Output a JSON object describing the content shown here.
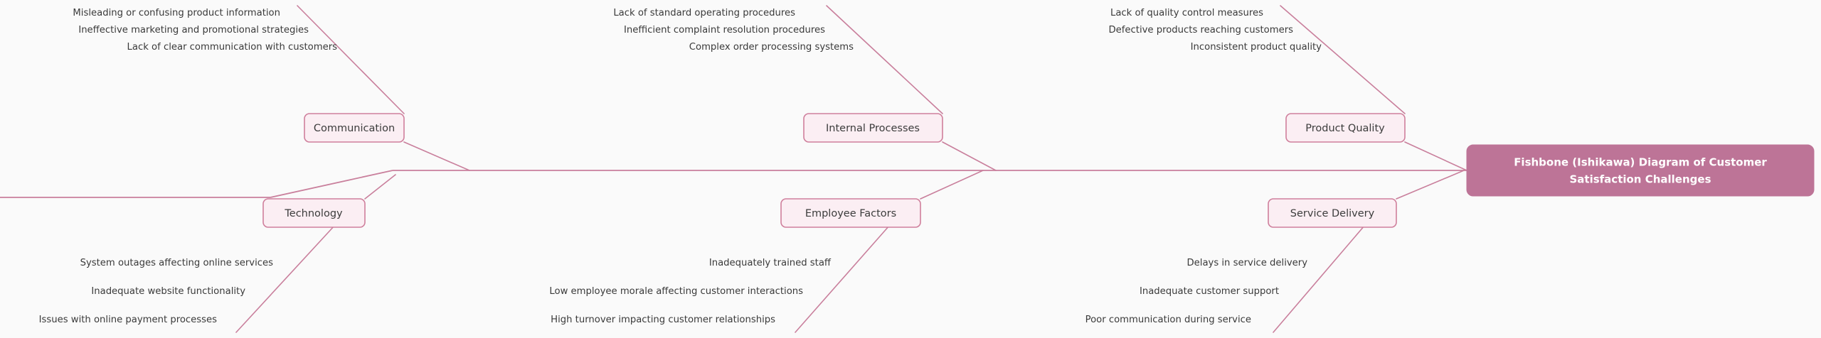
{
  "diagram": {
    "type": "fishbone-ishikawa",
    "title": "Fishbone (Ishikawa) Diagram of Customer Satisfaction Challenges",
    "title_line_1": "Fishbone (Ishikawa) Diagram of Customer",
    "title_line_2": "Satisfaction Challenges",
    "colors": {
      "background": "#fafafa",
      "bone_stroke": "#c97f9c",
      "category_fill": "#fbeef3",
      "category_stroke": "#cf7f9c",
      "category_text": "#3c3c3c",
      "cause_text": "#3a3a3a",
      "head_fill": "#bd7497",
      "head_text": "#ffffff"
    },
    "categories": [
      {
        "id": "communication",
        "label": "Communication",
        "position": "top",
        "causes": [
          "Misleading or confusing product information",
          "Ineffective marketing and promotional strategies",
          "Lack of clear communication with customers"
        ]
      },
      {
        "id": "internal-processes",
        "label": "Internal Processes",
        "position": "top",
        "causes": [
          "Lack of standard operating procedures",
          "Inefficient complaint resolution procedures",
          "Complex order processing systems"
        ]
      },
      {
        "id": "product-quality",
        "label": "Product Quality",
        "position": "top",
        "causes": [
          "Lack of quality control measures",
          "Defective products reaching customers",
          "Inconsistent product quality"
        ]
      },
      {
        "id": "technology",
        "label": "Technology",
        "position": "bottom",
        "causes": [
          "System outages affecting online services",
          "Inadequate website functionality",
          "Issues with online payment processes"
        ]
      },
      {
        "id": "employee-factors",
        "label": "Employee Factors",
        "position": "bottom",
        "causes": [
          "Inadequately trained staff",
          "Low employee morale affecting customer interactions",
          "High turnover impacting customer relationships"
        ]
      },
      {
        "id": "service-delivery",
        "label": "Service Delivery",
        "position": "bottom",
        "causes": [
          "Delays in service delivery",
          "Inadequate customer support",
          "Poor communication during service"
        ]
      }
    ]
  }
}
